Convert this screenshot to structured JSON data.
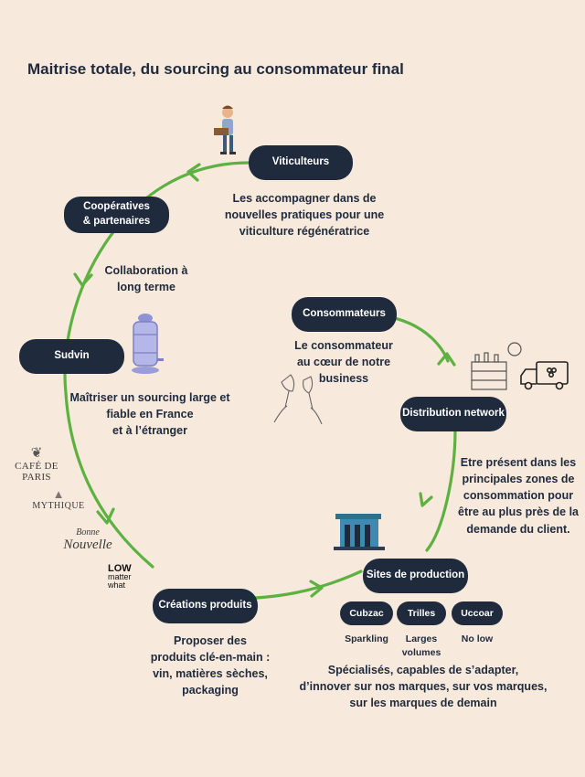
{
  "title": "Maitrise totale, du sourcing au consommateur final",
  "nodes": {
    "viticulteurs": {
      "label": "Viticulteurs",
      "desc": [
        "Les accompagner dans de",
        "nouvelles pratiques pour une",
        "viticulture régénératrice"
      ]
    },
    "cooperatives": {
      "label": [
        "Coopératives",
        "& partenaires"
      ],
      "desc": [
        "Collaboration à",
        "long terme"
      ]
    },
    "sudvin": {
      "label": "Sudvin",
      "desc": [
        "Maîtriser un sourcing large et",
        "fiable en France",
        "et à l’étranger"
      ]
    },
    "creations": {
      "label": "Créations produits",
      "desc": [
        "Proposer des",
        "produits clé-en-main :",
        "vin, matières sèches,",
        "packaging"
      ]
    },
    "sites": {
      "label": "Sites de production",
      "sites": [
        {
          "name": "Cubzac",
          "desc": [
            "Sparkling"
          ]
        },
        {
          "name": "Trilles",
          "desc": [
            "Larges",
            "volumes"
          ]
        },
        {
          "name": "Uccoar",
          "desc": [
            "No low"
          ]
        }
      ],
      "desc": [
        "Spécialisés, capables de s’adapter,",
        "d’innover sur nos marques, sur vos marques,",
        "sur les marques de demain"
      ]
    },
    "distribution": {
      "label": "Distribution network",
      "desc": [
        "Etre présent dans les",
        "principales zones de",
        "consommation pour",
        "être au plus près de la",
        "demande du client."
      ]
    },
    "consommateurs": {
      "label": "Consommateurs",
      "desc": [
        "Le consommateur",
        "au cœur de notre",
        "business"
      ]
    }
  },
  "logos": {
    "cafe_de_paris": "CAFÉ DE PARIS",
    "mythique": "MYTHIQUE",
    "bonne_nouvelle": [
      "Bonne",
      "Nouvelle"
    ],
    "low_matter_what": [
      "LOW",
      "matter",
      "what"
    ]
  },
  "colors": {
    "navy": "#1f2a3c",
    "green": "#5db141",
    "background": "#f7e9dc"
  }
}
